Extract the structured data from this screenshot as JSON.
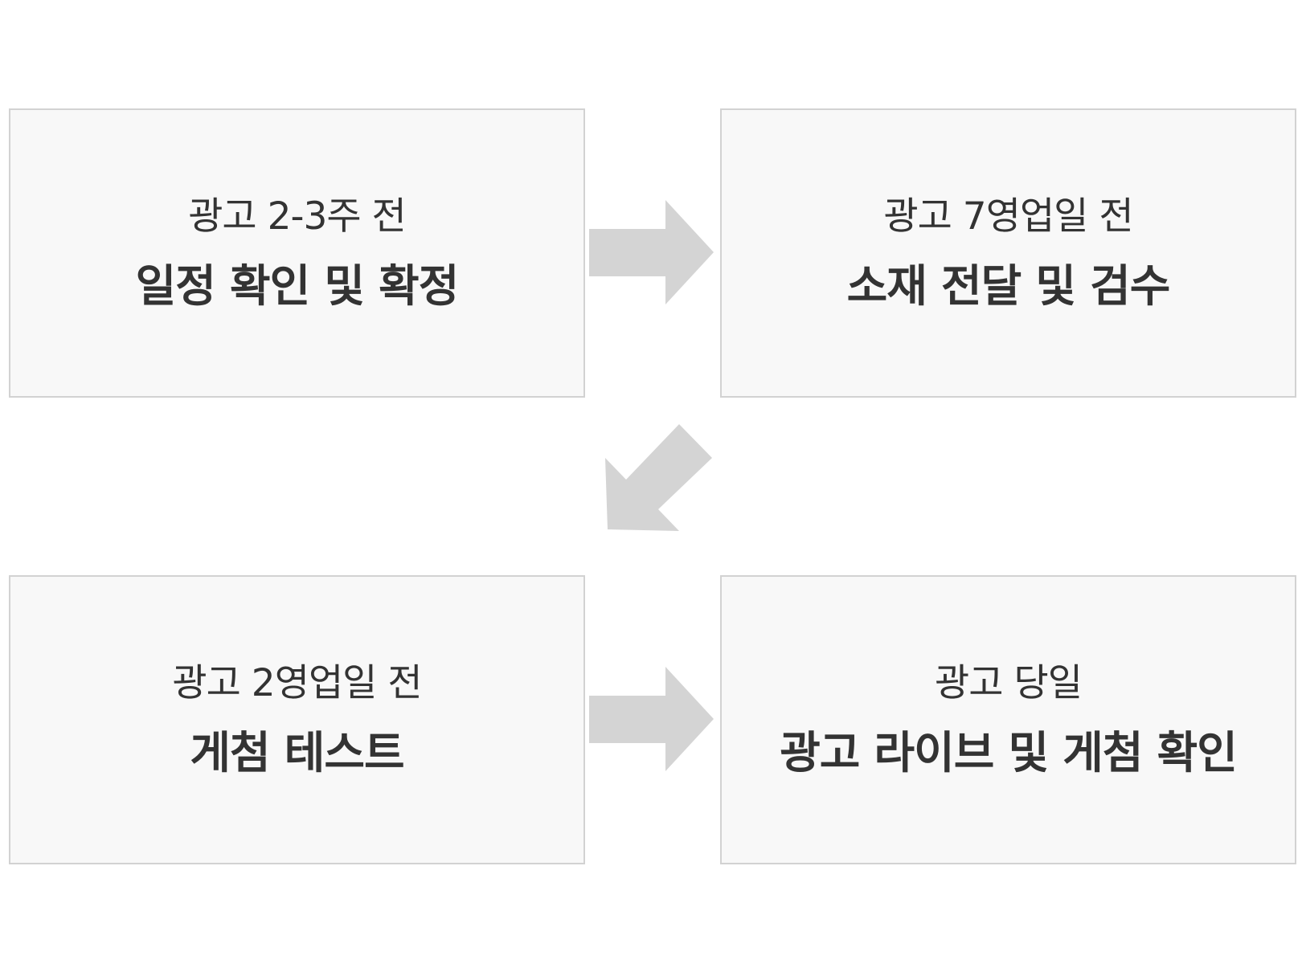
{
  "colors": {
    "box_fill": "#f8f8f8",
    "box_border": "#d2d2d2",
    "text": "#333333",
    "arrow": "#d4d4d4",
    "background": "#ffffff"
  },
  "steps": [
    {
      "timing": "광고 2-3주 전",
      "task": "일정 확인 및 확정"
    },
    {
      "timing": "광고 7영업일 전",
      "task": "소재 전달 및 검수"
    },
    {
      "timing": "광고 2영업일 전",
      "task": "게첨 테스트"
    },
    {
      "timing": "광고 당일",
      "task": "광고 라이브 및 게첨 확인"
    }
  ],
  "connectors": [
    {
      "from": "step-1",
      "to": "step-2",
      "icon": "arrow-right-icon"
    },
    {
      "from": "step-2",
      "to": "step-3",
      "icon": "arrow-down-left-icon"
    },
    {
      "from": "step-3",
      "to": "step-4",
      "icon": "arrow-right-icon"
    }
  ]
}
